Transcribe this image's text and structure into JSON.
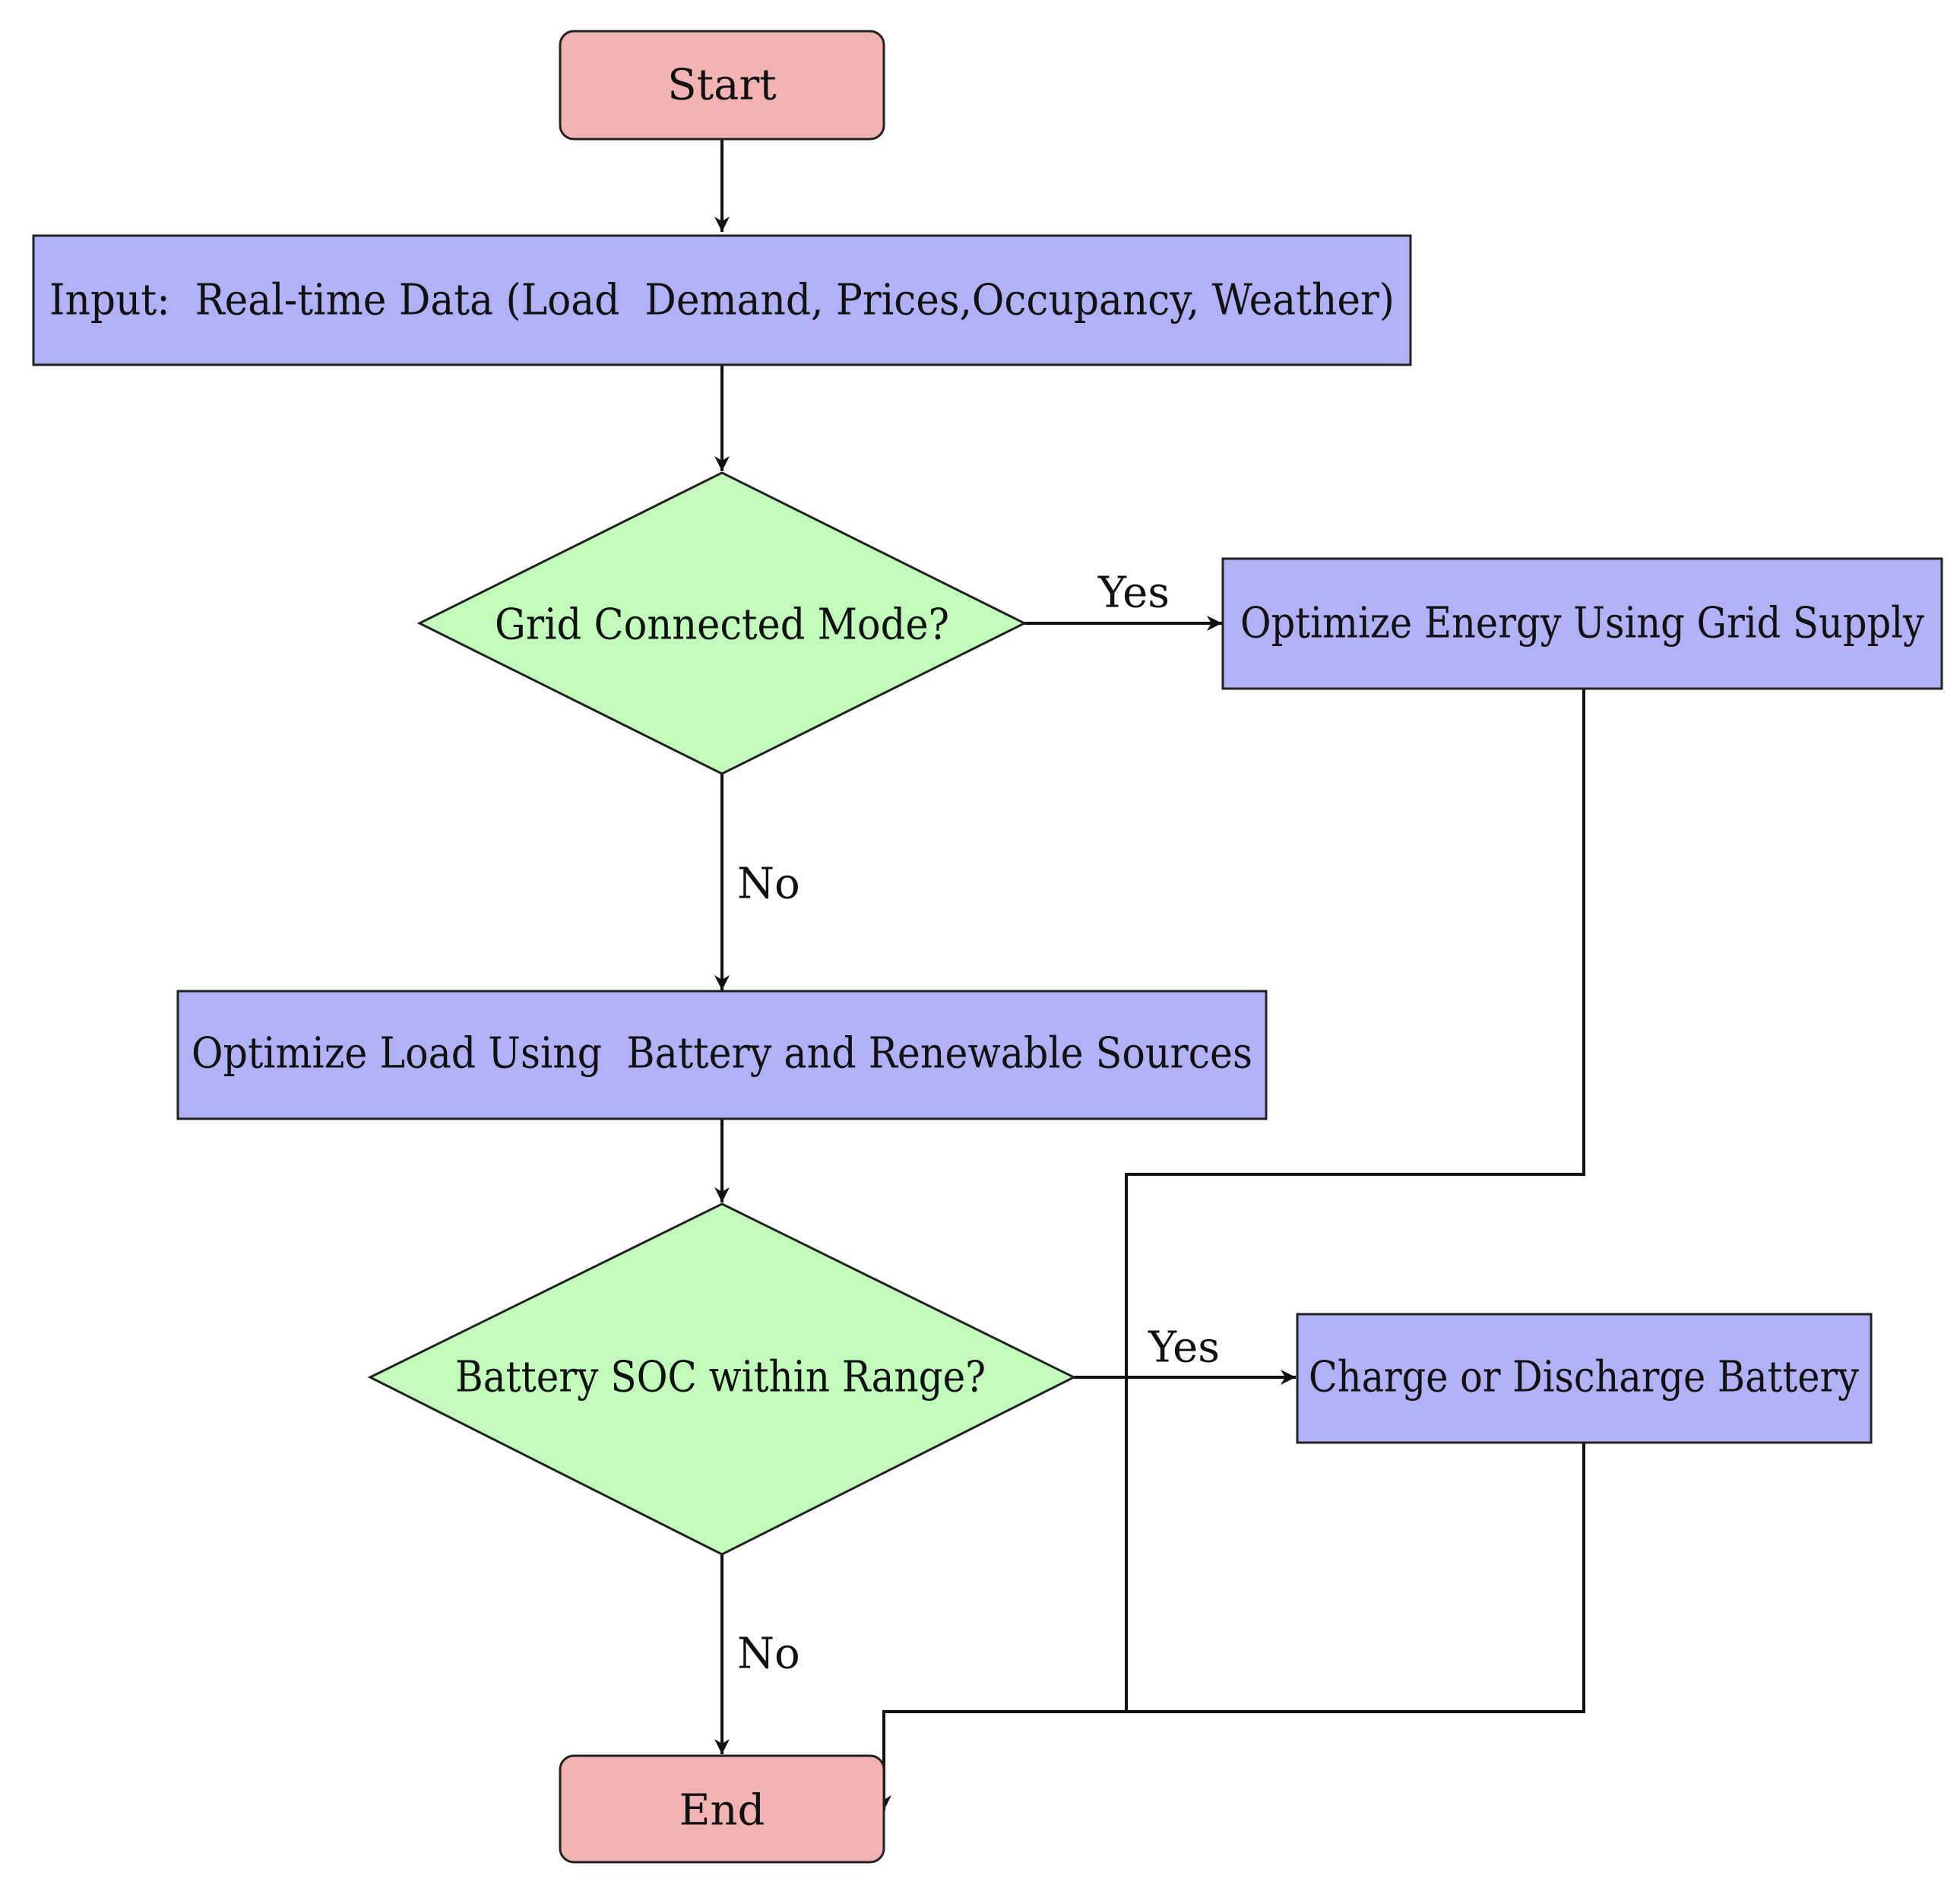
{
  "colors": {
    "terminal_fill": "#f2b3b3",
    "process_fill": "#b1b1f8",
    "decision_fill": "#c1fcba",
    "line": "#111111"
  },
  "nodes": {
    "start": "Start",
    "input": "Input:  Real-time Data (Load  Demand, Prices,Occupancy, Weather)",
    "grid_decision": "Grid Connected Mode?",
    "optimize_grid": "Optimize Energy Using Grid Supply",
    "optimize_load": "Optimize Load Using  Battery and Renewable Sources",
    "battery_decision": "Battery SOC within Range?",
    "charge_discharge": "Charge or Discharge Battery",
    "end": "End"
  },
  "edge_labels": {
    "grid_yes": "Yes",
    "grid_no": "No",
    "battery_yes": "Yes",
    "battery_no": "No"
  }
}
